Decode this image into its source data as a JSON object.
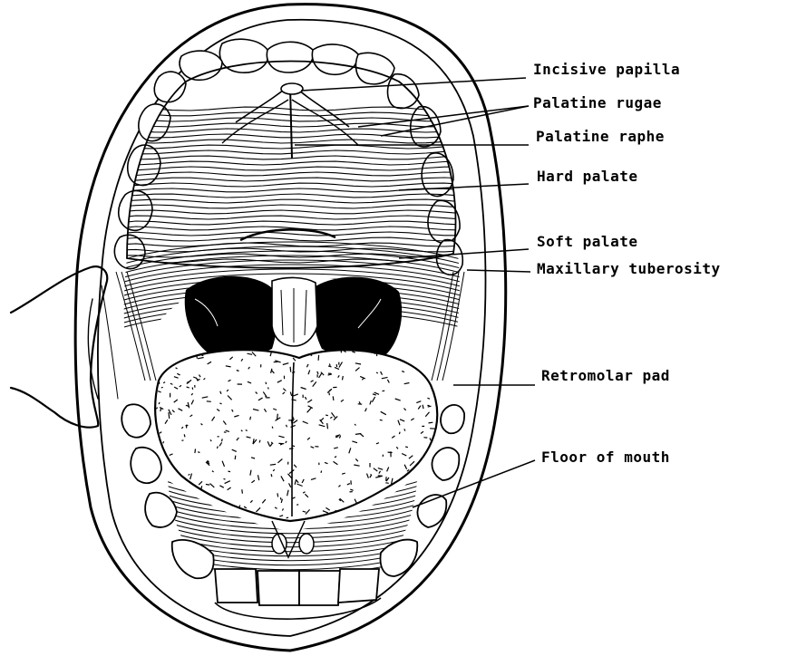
{
  "labels": {
    "incisive_papilla": "Incisive papilla",
    "palatine_rugae": "Palatine rugae",
    "palatine_raphe": "Palatine raphe",
    "hard_palate": "Hard palate",
    "soft_palate": "Soft palate",
    "maxillary_tuberosity": "Maxillary tuberosity",
    "retromolar_pad": "Retromolar pad",
    "floor_of_mouth": "Floor of mouth"
  },
  "colors": {
    "ink": "#000000",
    "paper": "#ffffff"
  }
}
